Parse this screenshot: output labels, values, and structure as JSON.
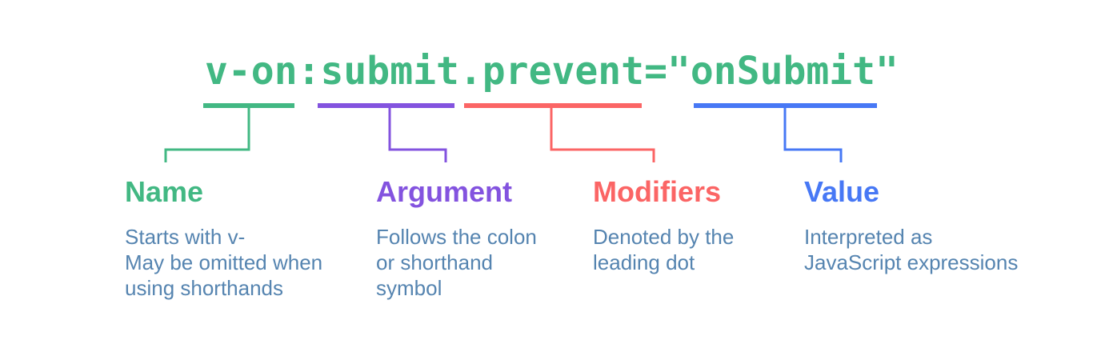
{
  "code": {
    "text": "v-on:submit.prevent=\"onSubmit\"",
    "color": "#42b883"
  },
  "annotations": [
    {
      "id": "name",
      "label": "Name",
      "description": "Starts with v-\nMay be omitted when\nusing shorthands",
      "color": "#42b883"
    },
    {
      "id": "argument",
      "label": "Argument",
      "description": "Follows the colon\nor shorthand\nsymbol",
      "color": "#8353df"
    },
    {
      "id": "modifiers",
      "label": "Modifiers",
      "description": "Denoted by the\nleading dot",
      "color": "#fb6565"
    },
    {
      "id": "value",
      "label": "Value",
      "description": "Interpreted as\nJavaScript expressions",
      "color": "#4778f5"
    }
  ],
  "description_color": "#5584b0"
}
